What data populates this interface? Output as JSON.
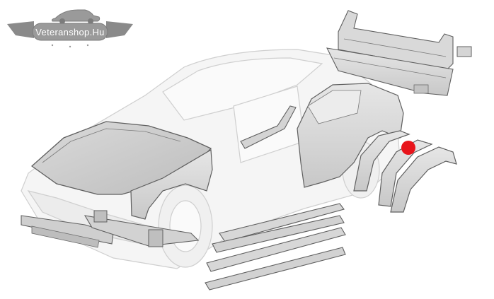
{
  "logo": {
    "text": "Veteranshop.Hu"
  },
  "colors": {
    "panel_fill": "#d9d9d9",
    "panel_stroke": "#6f6f6f",
    "body_fill": "#f4f4f4",
    "body_stroke": "#c9c9c9",
    "marker": "#e8141b",
    "logo_badge": "#9a9a9a"
  },
  "diagram": {
    "parts": [
      "hood",
      "front-fender",
      "front-bumper-support",
      "radiator-crossmember",
      "b-pillar",
      "rear-quarter-panel",
      "rear-wheel-arch-inner",
      "rear-wheel-arch-outer",
      "rear-wheel-arch-repair",
      "rear-upper-panel",
      "rear-lower-panel",
      "rocker-panel-outer",
      "rocker-panel-inner",
      "sill-repair-lower",
      "sill-repair-bottom"
    ],
    "selected_part": "rear-wheel-arch-outer"
  }
}
